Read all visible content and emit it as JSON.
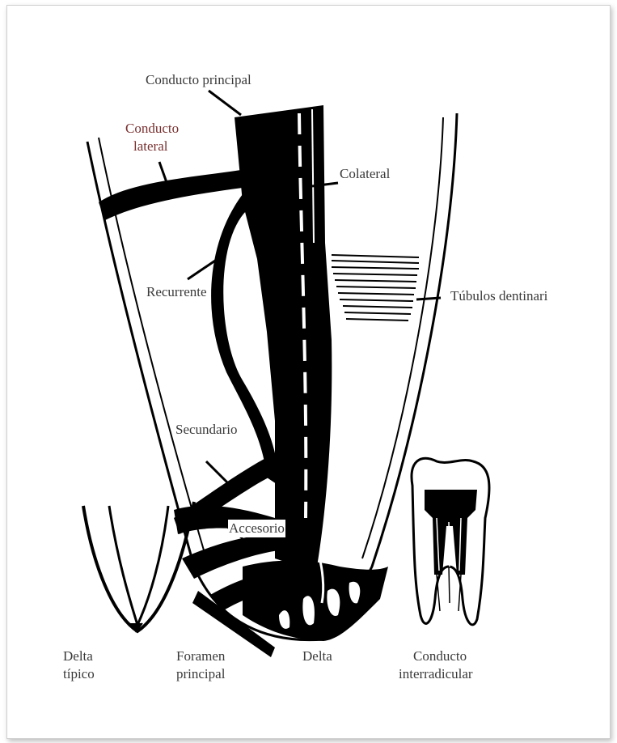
{
  "labels": {
    "conducto_principal": "Conducto principal",
    "conducto_lateral_1": "Conducto",
    "conducto_lateral_2": "lateral",
    "colateral": "Colateral",
    "recurrente": "Recurrente",
    "tubulos": "Túbulos dentinari",
    "secundario": "Secundario",
    "accesorio": "Accesorio",
    "delta_tipico_1": "Delta",
    "delta_tipico_2": "típico",
    "foramen_1": "Foramen",
    "foramen_2": "principal",
    "delta": "Delta",
    "interradicular_1": "Conducto",
    "interradicular_2": "interradicular"
  },
  "colors": {
    "ink": "#000000",
    "label": "#3a3a3a",
    "lateral_label": "#7a3030",
    "cursor": "#4a86e8"
  }
}
